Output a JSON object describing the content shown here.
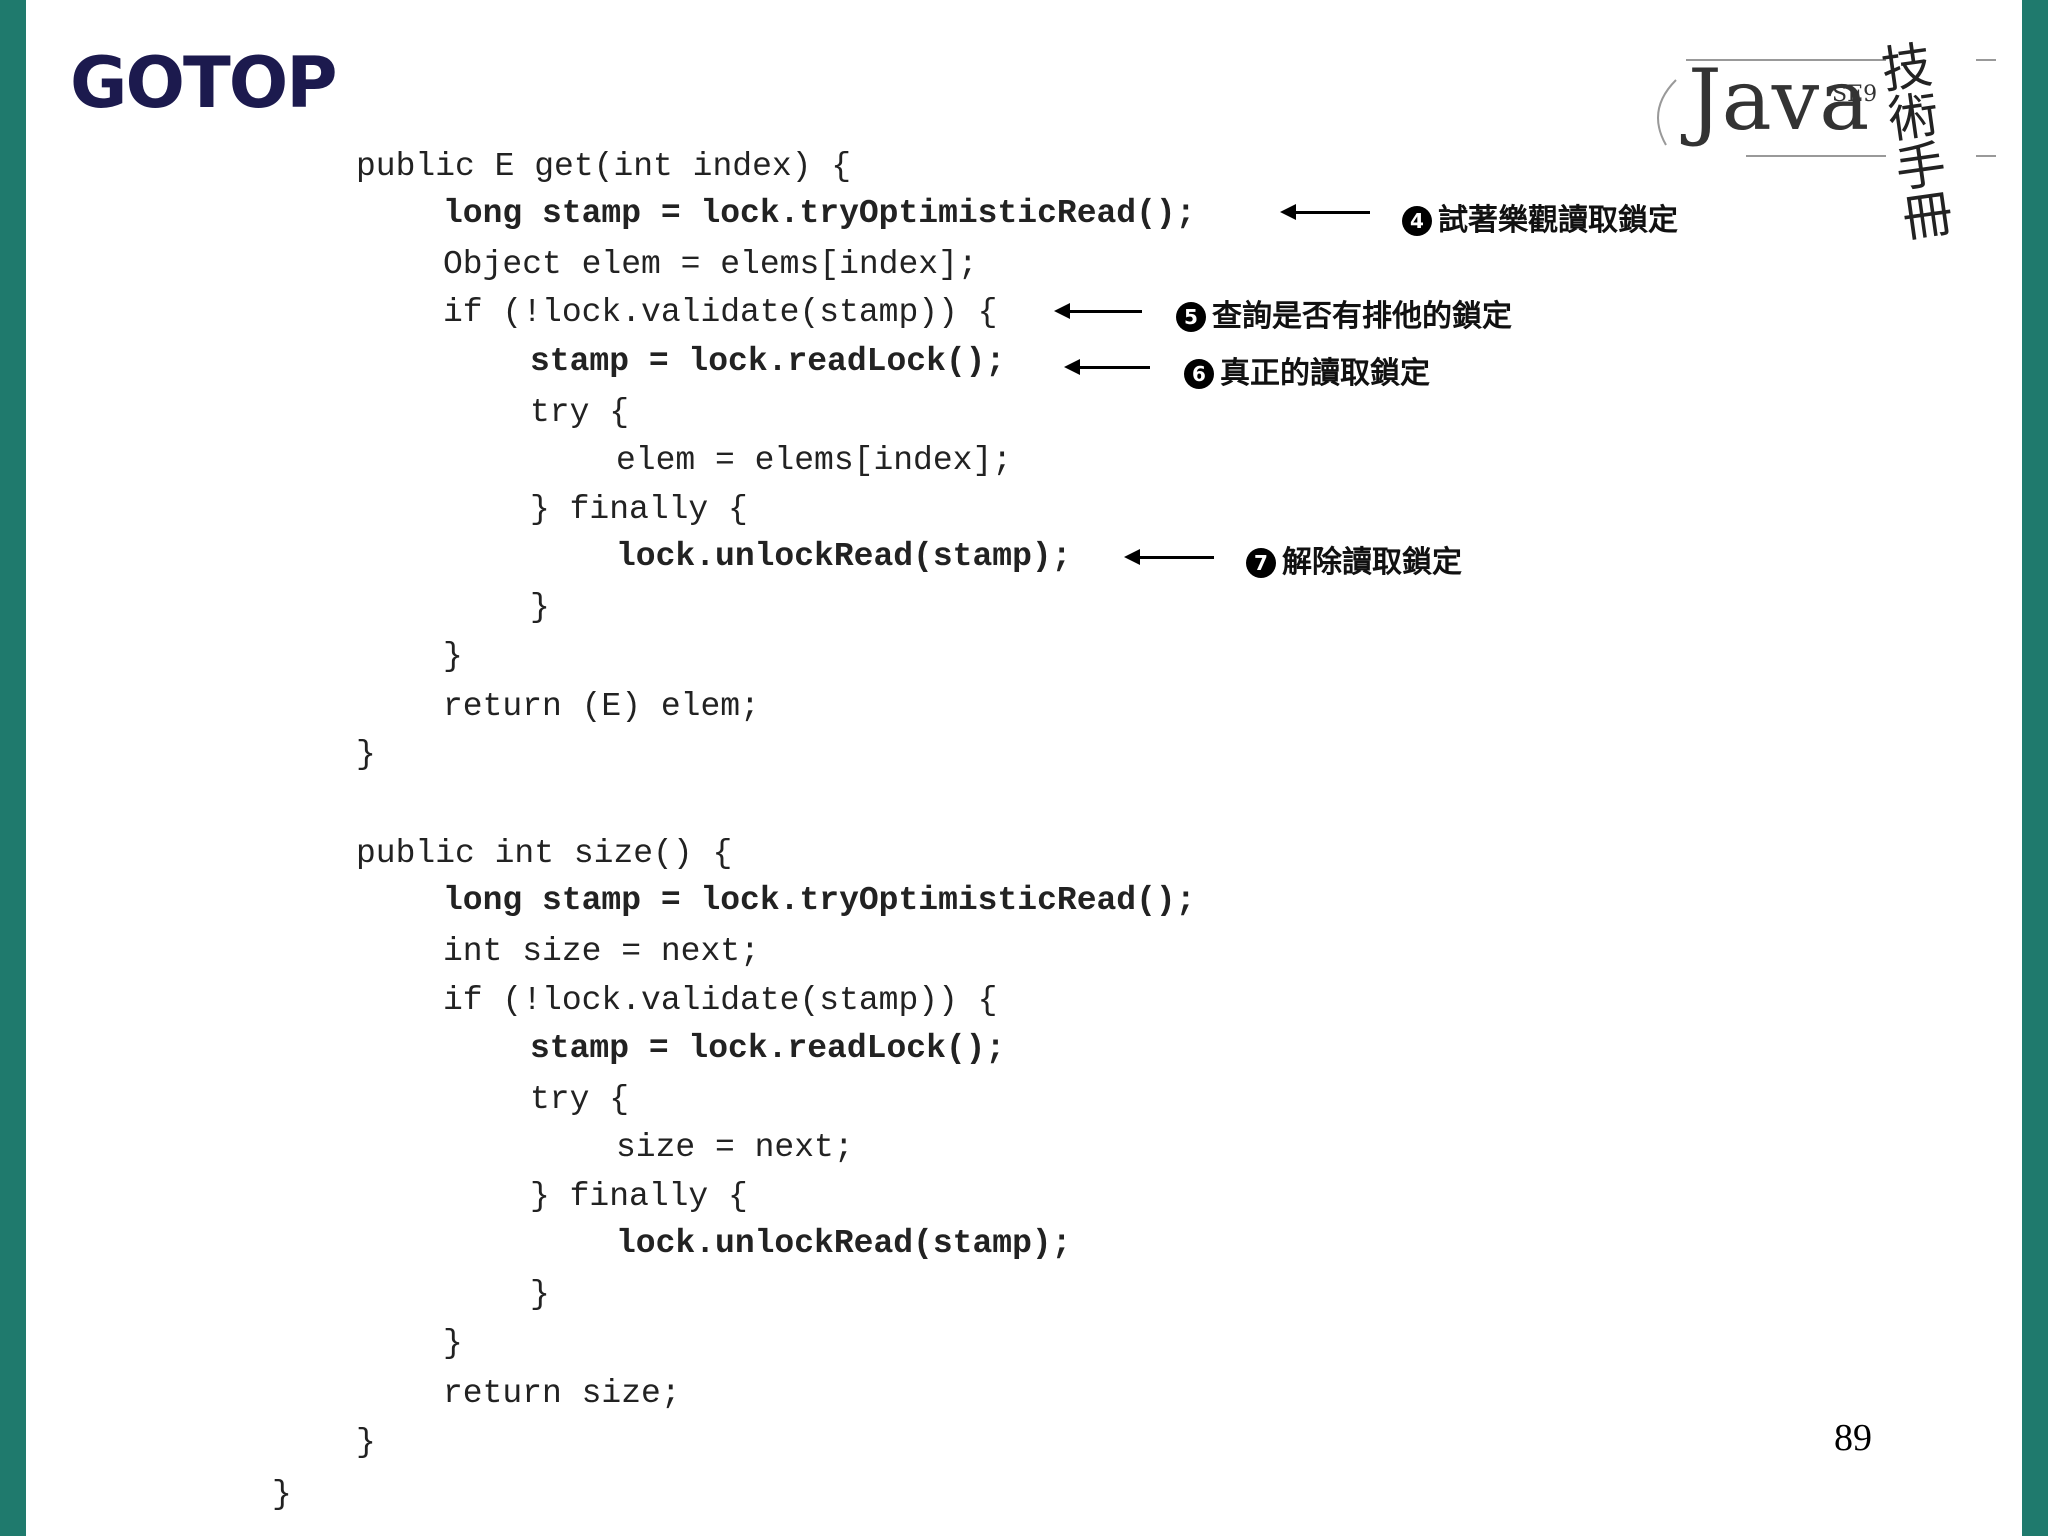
{
  "header": {
    "logo_text": "GOTOP",
    "badge": {
      "java": "Java",
      "se": "SE9",
      "cn": "技術手冊"
    }
  },
  "code_lines": [
    {
      "text": "public E get(int index) {"
    },
    {
      "text": "long stamp = lock.tryOptimisticRead();",
      "bold": true
    },
    {
      "text": "Object elem = elems[index];"
    },
    {
      "text": "if (!lock.validate(stamp)) {"
    },
    {
      "text": "stamp = lock.readLock();",
      "bold": true
    },
    {
      "text": "try {"
    },
    {
      "text": "elem = elems[index];"
    },
    {
      "text": "} finally {"
    },
    {
      "text": "lock.unlockRead(stamp);",
      "bold": true
    },
    {
      "text": "}"
    },
    {
      "text": "}"
    },
    {
      "text": "return (E) elem;"
    },
    {
      "text": "}"
    },
    {
      "text": "public int size() {"
    },
    {
      "text": "long stamp = lock.tryOptimisticRead();",
      "bold": true
    },
    {
      "text": "int size = next;"
    },
    {
      "text": "if (!lock.validate(stamp)) {"
    },
    {
      "text": "stamp = lock.readLock();",
      "bold": true
    },
    {
      "text": "try {"
    },
    {
      "text": "size = next;"
    },
    {
      "text": "} finally {"
    },
    {
      "text": "lock.unlockRead(stamp);",
      "bold": true
    },
    {
      "text": "}"
    },
    {
      "text": "}"
    },
    {
      "text": "return size;"
    },
    {
      "text": "}"
    },
    {
      "text": "}"
    }
  ],
  "annotations": [
    {
      "number": "4",
      "text": "試著樂觀讀取鎖定"
    },
    {
      "number": "5",
      "text": "查詢是否有排他的鎖定"
    },
    {
      "number": "6",
      "text": "真正的讀取鎖定"
    },
    {
      "number": "7",
      "text": "解除讀取鎖定"
    }
  ],
  "page_number": "89",
  "colors": {
    "side_bar": "#1f7a6d",
    "logo": "#1c1a4e"
  }
}
